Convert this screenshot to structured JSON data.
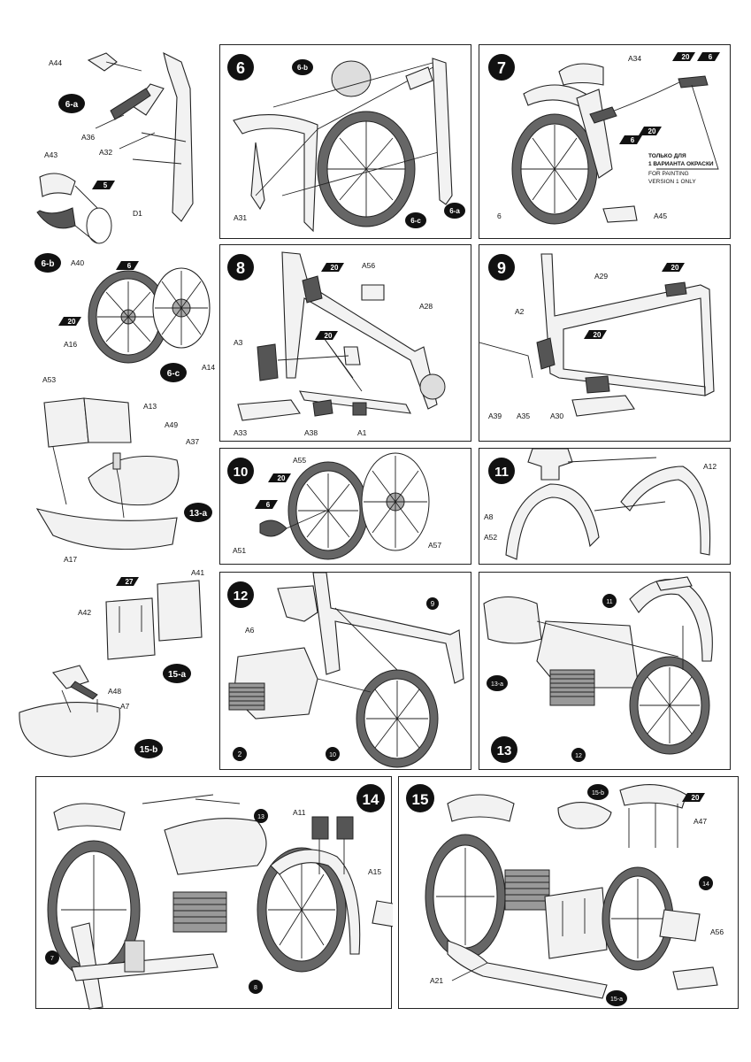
{
  "loose": {
    "a44": "A44",
    "a36": "A36",
    "a32": "A32",
    "a43": "A43",
    "d1": "D1",
    "a40": "A40",
    "a16": "A16",
    "a14": "A14",
    "a53": "A53",
    "a13": "A13",
    "a49": "A49",
    "a37": "A37",
    "a17": "A17",
    "a42": "A42",
    "a41": "A41",
    "a48": "A48",
    "a7": "A7",
    "badge_6a": "6-a",
    "badge_6b": "6-b",
    "badge_6c": "6-c",
    "badge_13a": "13-a",
    "badge_15a": "15-a",
    "badge_15b": "15-b",
    "color_5": "5",
    "color_20": "20",
    "color_6": "6",
    "color_27": "27"
  },
  "steps": {
    "s6": {
      "num": "6",
      "a31": "A31",
      "b6b": "6-b",
      "b6c": "6-c",
      "b6a": "6-a"
    },
    "s7": {
      "num": "7",
      "a34": "A34",
      "a45": "A45",
      "ref6": "6",
      "c20a": "20",
      "c6a": "6",
      "c20b": "20",
      "c6b": "6",
      "note_ru1": "ТОЛЬКО ДЛЯ",
      "note_ru2": "1 ВАРИАНТА ОКРАСКИ",
      "note_en1": "FOR PAINTING",
      "note_en2": "VERSION 1 ONLY"
    },
    "s8": {
      "num": "8",
      "a56": "A56",
      "a28": "A28",
      "a3": "A3",
      "a33": "A33",
      "a38": "A38",
      "a1": "A1",
      "c20a": "20",
      "c20b": "20"
    },
    "s9": {
      "num": "9",
      "a29": "A29",
      "a2": "A2",
      "a39": "A39",
      "a35": "A35",
      "a30": "A30",
      "c20a": "20",
      "c20b": "20"
    },
    "s10": {
      "num": "10",
      "a55": "A55",
      "a51": "A51",
      "a57": "A57",
      "c20": "20",
      "c6": "6"
    },
    "s11": {
      "num": "11",
      "a12": "A12",
      "a8": "A8",
      "a52": "A52"
    },
    "s12": {
      "num": "12",
      "a6": "A6",
      "ref9": "9",
      "ref2": "2",
      "ref10": "10"
    },
    "s13": {
      "num": "13",
      "ref11": "11",
      "ref13a": "13-a",
      "ref12": "12"
    },
    "s14": {
      "num": "14",
      "ref13": "13",
      "a11": "A11",
      "a15": "A15",
      "ref7": "7",
      "ref8": "8"
    },
    "s15": {
      "num": "15",
      "ref15b": "15-b",
      "a47": "A47",
      "ref14": "14",
      "a56": "A56",
      "a21": "A21",
      "ref15a": "15-a",
      "c20": "20"
    }
  }
}
